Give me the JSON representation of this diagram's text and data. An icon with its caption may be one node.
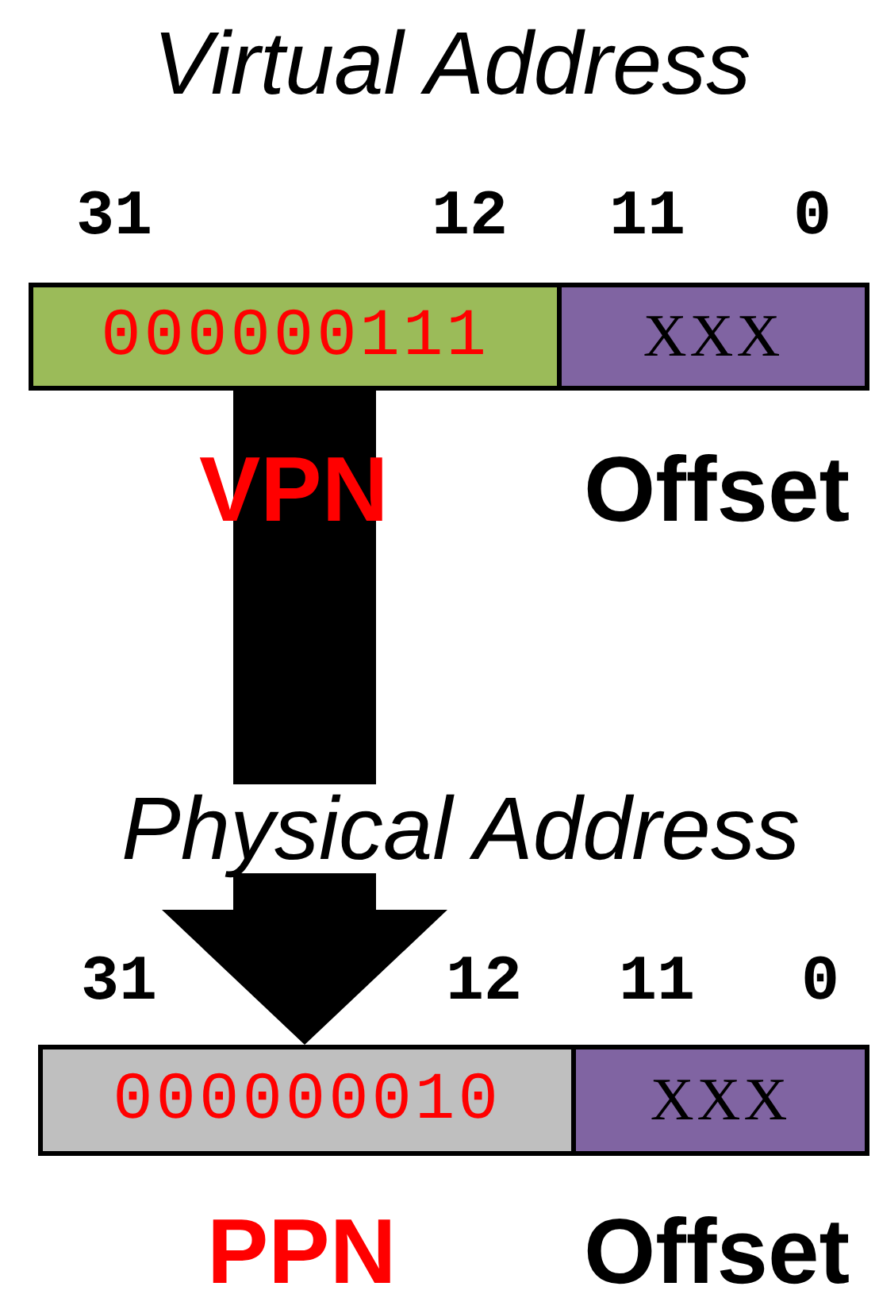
{
  "diagram": {
    "nodes": [
      {
        "text": [
          "000000111"
        ],
        "beside": [
          "VPN"
        ]
      },
      {
        "text": [
          "XXX"
        ],
        "beside": [
          "Offset"
        ]
      },
      {
        "text": [
          "000000010"
        ],
        "beside": [
          "PPN"
        ]
      },
      {
        "text": [
          "XXX"
        ],
        "beside": [
          "Offset"
        ]
      }
    ],
    "edges": [
      {
        "from": 0,
        "to": 2,
        "arrow": "to"
      }
    ],
    "labels": [
      "Virtual Address",
      "31",
      "12",
      "11",
      "0",
      "Physical Address",
      "31",
      "12",
      "11",
      "0"
    ]
  }
}
